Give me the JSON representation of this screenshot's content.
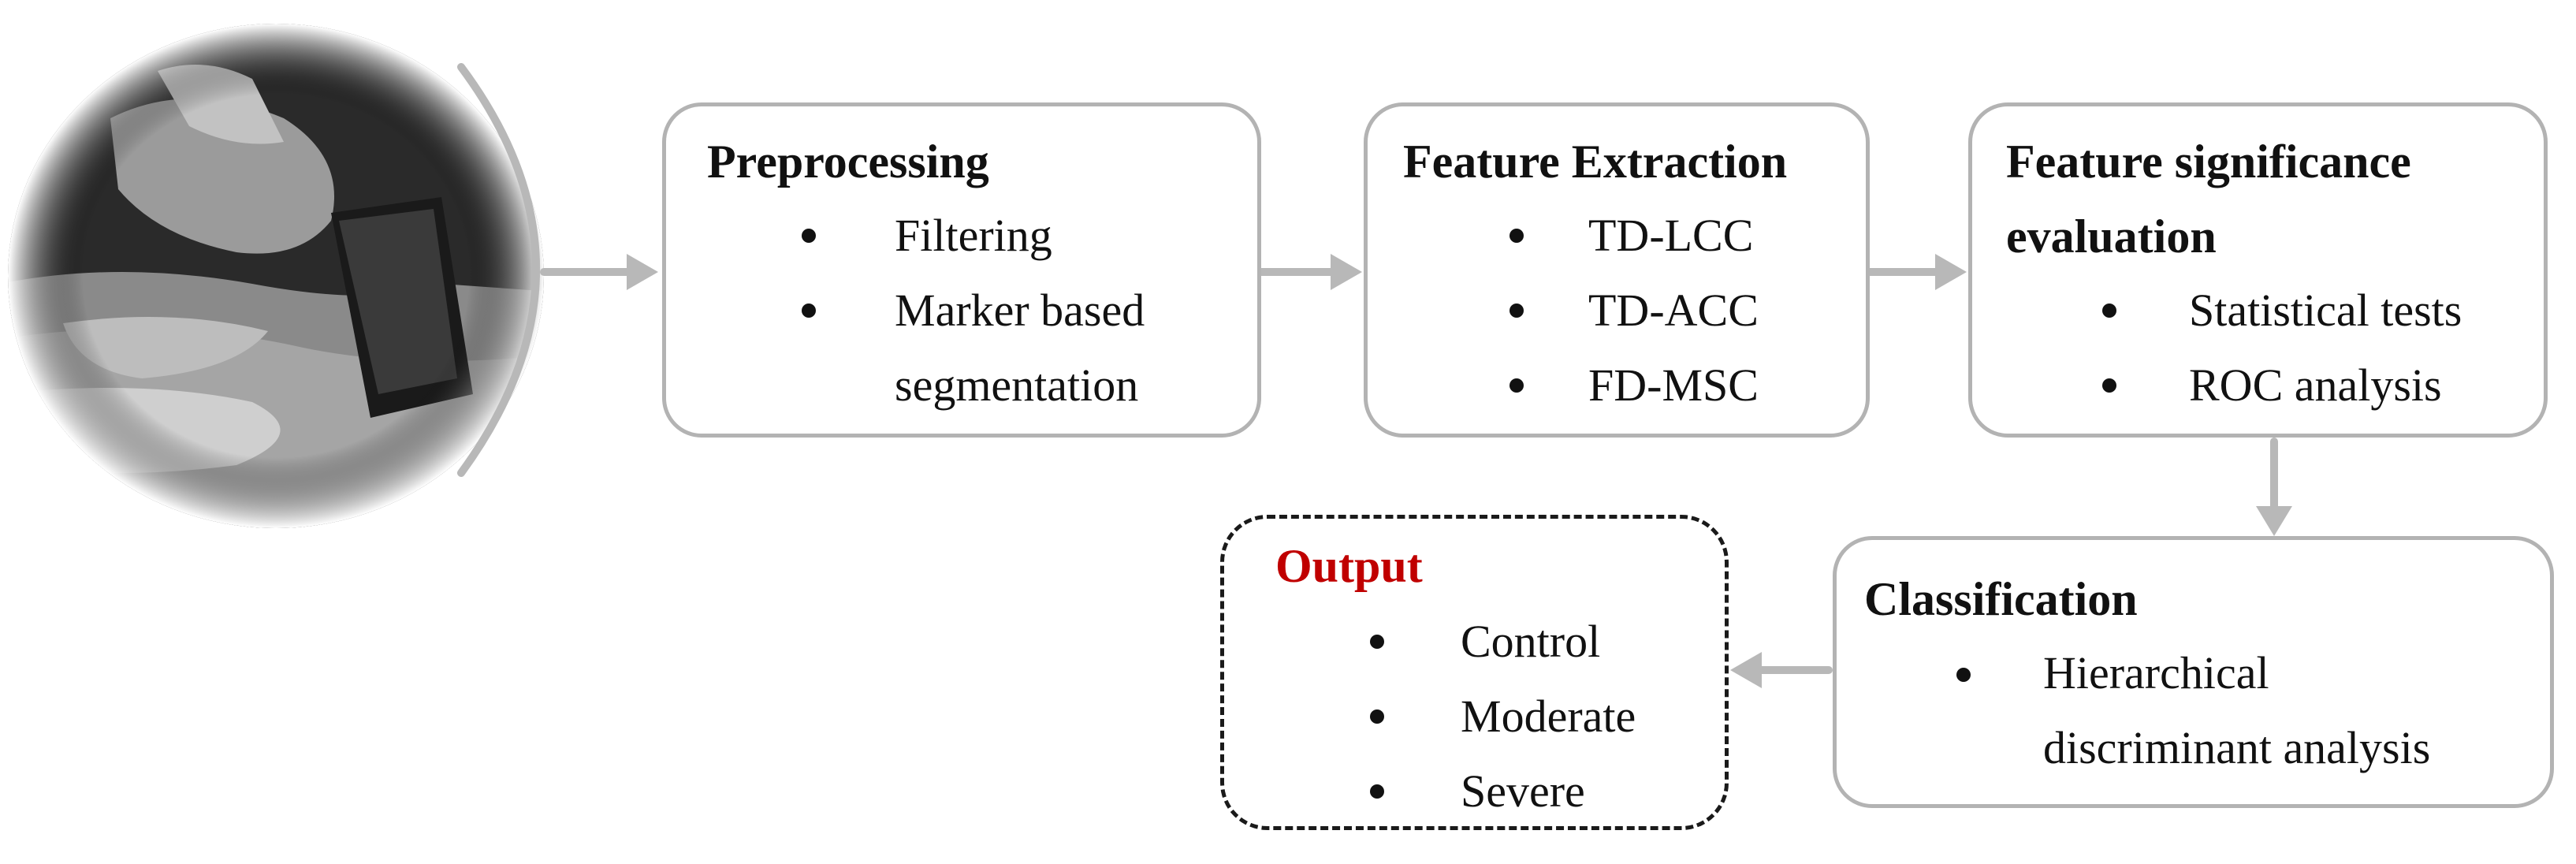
{
  "photo": {
    "alt": "elderly hands with wrist-worn wearable sensor",
    "icon": "hands-wearable-photo"
  },
  "colors": {
    "arrow": "#b8b8b8",
    "box_border": "#b3b3b3",
    "output_title": "#c00000",
    "output_border": "#1a1a1a"
  },
  "preprocessing": {
    "title": "Preprocessing",
    "items": [
      "Filtering",
      "Marker based",
      "segmentation"
    ]
  },
  "feature_extraction": {
    "title": "Feature Extraction",
    "items": [
      "TD-LCC",
      "TD-ACC",
      "FD-MSC"
    ]
  },
  "feature_significance": {
    "title_line1": "Feature significance",
    "title_line2": "evaluation",
    "items": [
      "Statistical tests",
      "ROC analysis"
    ]
  },
  "classification": {
    "title": "Classification",
    "items": [
      "Hierarchical",
      "discriminant analysis"
    ]
  },
  "output": {
    "title": "Output",
    "items": [
      "Control",
      "Moderate",
      "Severe"
    ]
  }
}
